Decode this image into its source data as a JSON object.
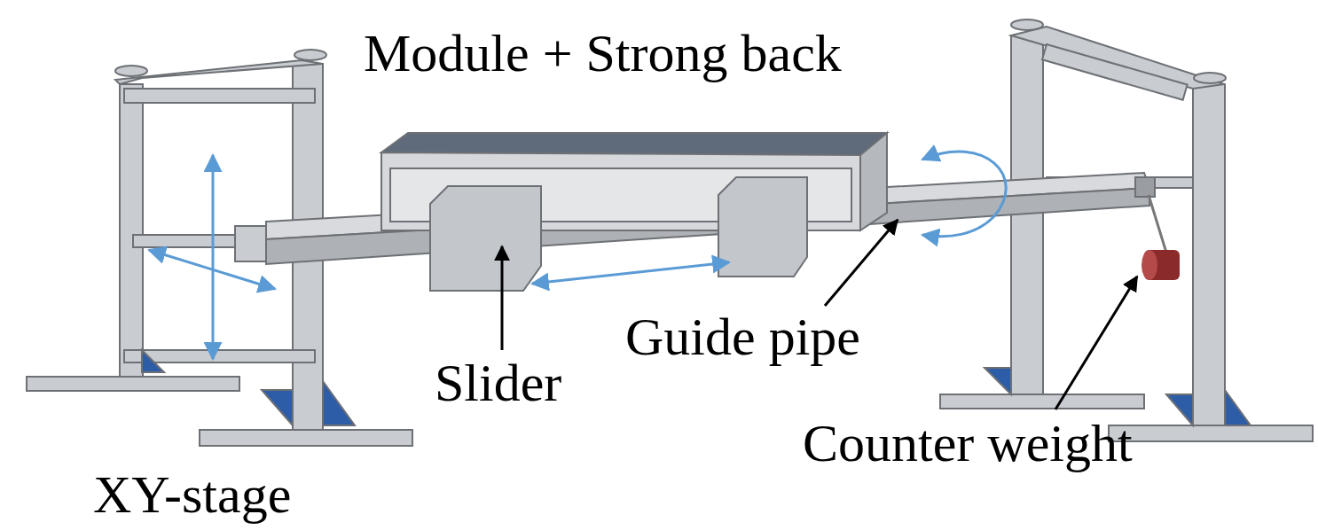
{
  "diagram": {
    "labels": [
      "Module + Strong back",
      "Slider",
      "Guide pipe",
      "Counter weight",
      "XY-stage"
    ]
  }
}
